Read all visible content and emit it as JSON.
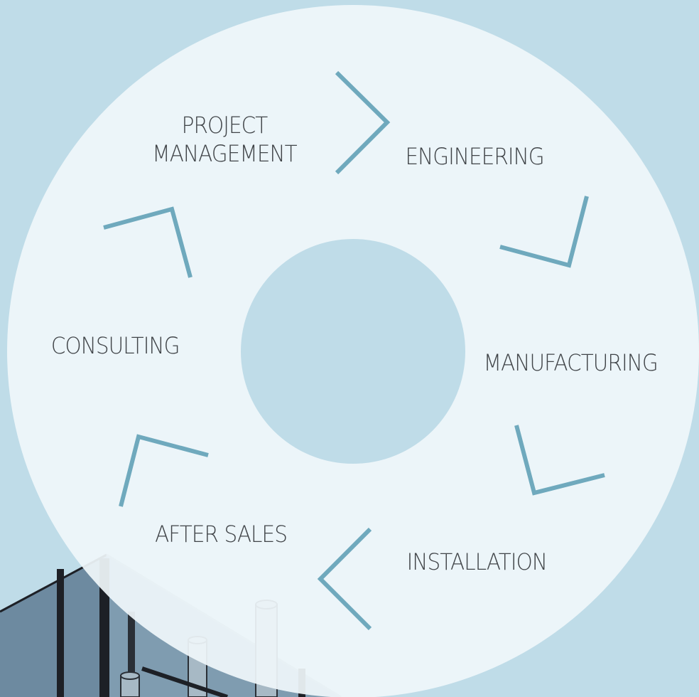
{
  "diagram": {
    "steps": [
      {
        "id": "project-management",
        "label_line1": "PROJECT",
        "label_line2": "MANAGEMENT"
      },
      {
        "id": "engineering",
        "label": "ENGINEERING"
      },
      {
        "id": "manufacturing",
        "label": "MANUFACTURING"
      },
      {
        "id": "installation",
        "label": "INSTALLATION"
      },
      {
        "id": "after-sales",
        "label": "AFTER SALES"
      },
      {
        "id": "consulting",
        "label": "CONSULTING"
      }
    ],
    "colors": {
      "background": "#bfdce8",
      "ring": "#eff6fa",
      "center_hub": "#bfdce8",
      "arrow": "#6fa9bd",
      "label_text": "#404448",
      "building_fill": "#7f9cb0",
      "building_line": "#1d2026"
    }
  }
}
